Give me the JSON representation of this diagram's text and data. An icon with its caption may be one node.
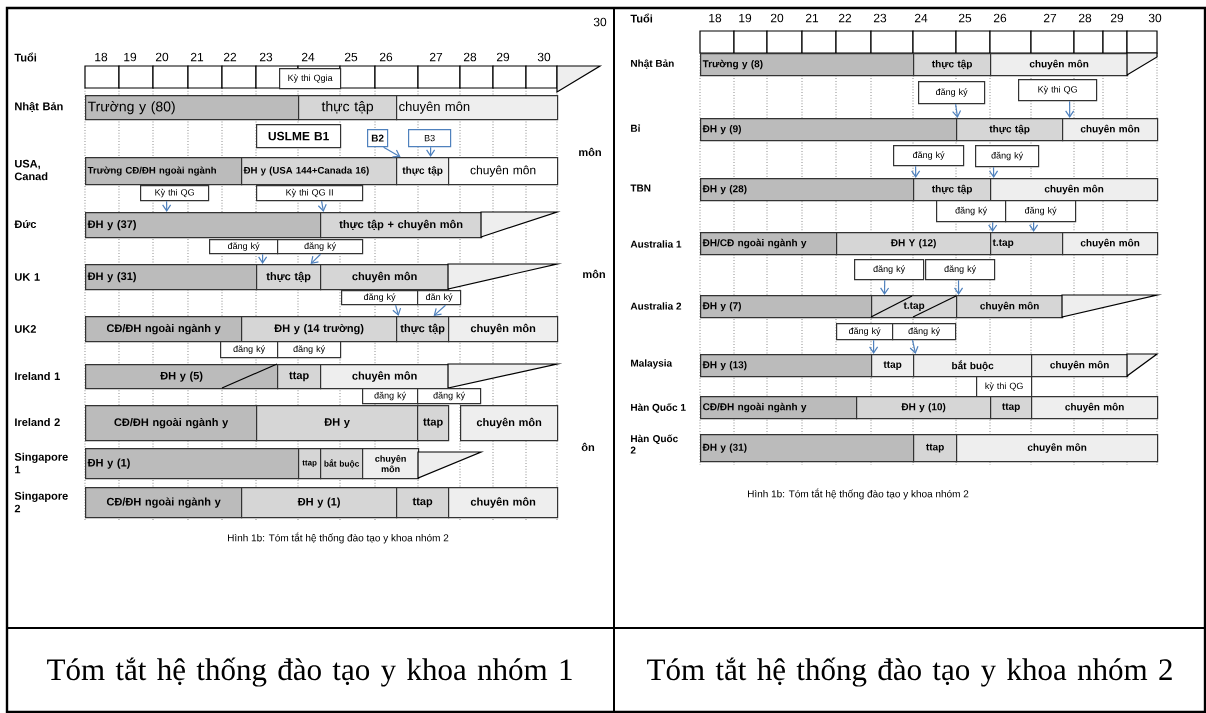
{
  "diagram": {
    "nodes": [
      {
        "text": [
          "Kỳ thi Qgia"
        ]
      },
      {
        "text": [
          "Trường y (80)"
        ]
      },
      {
        "text": [
          "thực tập"
        ]
      },
      {
        "text": [
          "chuyên môn"
        ]
      },
      {
        "text": [
          "USLME B1"
        ]
      },
      {
        "text": [
          "B2"
        ]
      },
      {
        "text": [
          "B3"
        ]
      },
      {
        "text": [
          "Trường CĐ/ĐH ngoài ngành"
        ]
      },
      {
        "text": [
          "ĐH y (USA 144+Canada 16)"
        ]
      },
      {
        "text": [
          "thực tập"
        ]
      },
      {
        "text": [
          "chuyên môn"
        ]
      },
      {
        "text": [
          "Kỳ thi QG"
        ]
      },
      {
        "text": [
          "Kỳ thi QG II"
        ]
      },
      {
        "text": [
          "ĐH y (37)"
        ]
      },
      {
        "text": [
          "thực tập + chuyên môn"
        ]
      },
      {
        "text": [
          "đăng ký"
        ]
      },
      {
        "text": [
          "đăng ký"
        ]
      },
      {
        "text": [
          "ĐH y (31)"
        ]
      },
      {
        "text": [
          "thực tập"
        ]
      },
      {
        "text": [
          "chuyên môn"
        ]
      },
      {
        "text": [
          "đăng ký"
        ]
      },
      {
        "text": [
          "đăn ký"
        ]
      },
      {
        "text": [
          "CĐ/ĐH ngoài ngành y"
        ]
      },
      {
        "text": [
          "ĐH y (14 trường)"
        ]
      },
      {
        "text": [
          "thực tập"
        ]
      },
      {
        "text": [
          "chuyên môn"
        ]
      },
      {
        "text": [
          "đăng ký"
        ]
      },
      {
        "text": [
          "đăng ký"
        ]
      },
      {
        "text": [
          "ĐH y (5)"
        ]
      },
      {
        "text": [
          "ttap"
        ]
      },
      {
        "text": [
          "chuyên môn"
        ]
      },
      {
        "text": [
          "đăng ký"
        ]
      },
      {
        "text": [
          "đăng ký"
        ]
      },
      {
        "text": [
          "CĐ/ĐH ngoài ngành y"
        ]
      },
      {
        "text": [
          "ĐH y"
        ]
      },
      {
        "text": [
          "ttap"
        ]
      },
      {
        "text": [
          "chuyên môn"
        ]
      },
      {
        "text": [
          "ĐH y (1)"
        ]
      },
      {
        "text": [
          "ttap"
        ]
      },
      {
        "text": [
          "bắt buộc"
        ]
      },
      {
        "text": [
          "chuyên môn"
        ]
      },
      {
        "text": [
          "CĐ/ĐH ngoài ngành y"
        ]
      },
      {
        "text": [
          "ĐH y (1)"
        ]
      },
      {
        "text": [
          "ttap"
        ]
      },
      {
        "text": [
          "chuyên môn"
        ]
      },
      {
        "text": [
          "Trường y (8)"
        ]
      },
      {
        "text": [
          "thực tập"
        ]
      },
      {
        "text": [
          "chuyên môn"
        ]
      },
      {
        "text": [
          "đăng ký"
        ]
      },
      {
        "text": [
          "Kỳ thi QG"
        ]
      },
      {
        "text": [
          "ĐH y (9)"
        ]
      },
      {
        "text": [
          "thực tập"
        ]
      },
      {
        "text": [
          "chuyên môn"
        ]
      },
      {
        "text": [
          "đăng ký"
        ]
      },
      {
        "text": [
          "đăng ký"
        ]
      },
      {
        "text": [
          "ĐH y (28)"
        ]
      },
      {
        "text": [
          "thực tập"
        ]
      },
      {
        "text": [
          "chuyên môn"
        ]
      },
      {
        "text": [
          "đăng ký"
        ]
      },
      {
        "text": [
          "đăng ký"
        ]
      },
      {
        "text": [
          "ĐH/CĐ ngoài ngành y"
        ]
      },
      {
        "text": [
          "ĐH Y (12)"
        ]
      },
      {
        "text": [
          "t.tap"
        ]
      },
      {
        "text": [
          "chuyên môn"
        ]
      },
      {
        "text": [
          "đăng ký"
        ]
      },
      {
        "text": [
          "đăng ký"
        ]
      },
      {
        "text": [
          "ĐH y (7)"
        ]
      },
      {
        "text": [
          "t.tap"
        ]
      },
      {
        "text": [
          "chuyên môn"
        ]
      },
      {
        "text": [
          "đăng ký"
        ]
      },
      {
        "text": [
          "đăng ký"
        ]
      },
      {
        "text": [
          "ĐH y (13)"
        ]
      },
      {
        "text": [
          "ttap"
        ]
      },
      {
        "text": [
          "bắt buộc"
        ]
      },
      {
        "text": [
          "chuyên môn"
        ]
      },
      {
        "text": [
          "kỳ thi QG"
        ]
      },
      {
        "text": [
          "CĐ/ĐH ngoài ngành y"
        ]
      },
      {
        "text": [
          "ĐH y (10)"
        ]
      },
      {
        "text": [
          "ttap"
        ]
      },
      {
        "text": [
          "chuyên môn"
        ]
      },
      {
        "text": [
          "ĐH y (31)"
        ]
      },
      {
        "text": [
          "ttap"
        ]
      },
      {
        "text": [
          "chuyên môn"
        ]
      }
    ],
    "edges": [
      {
        "from": 5,
        "to": 9,
        "arrow": "to"
      },
      {
        "from": 6,
        "to": 9,
        "arrow": "to"
      },
      {
        "from": 11,
        "to": 13,
        "arrow": "to"
      },
      {
        "from": 12,
        "to": 14,
        "arrow": "to"
      },
      {
        "from": 15,
        "to": 18,
        "arrow": "to"
      },
      {
        "from": 16,
        "to": 18,
        "arrow": "to"
      },
      {
        "from": 20,
        "to": 24,
        "arrow": "to"
      },
      {
        "from": 21,
        "to": 24,
        "arrow": "to"
      },
      {
        "from": 48,
        "to": 51,
        "arrow": "to"
      },
      {
        "from": 49,
        "to": 52,
        "arrow": "to"
      },
      {
        "from": 53,
        "to": 56,
        "arrow": "to"
      },
      {
        "from": 54,
        "to": 57,
        "arrow": "to"
      },
      {
        "from": 58,
        "to": 62,
        "arrow": "to"
      },
      {
        "from": 59,
        "to": 62,
        "arrow": "to"
      },
      {
        "from": 64,
        "to": 67,
        "arrow": "to"
      },
      {
        "from": 65,
        "to": 68,
        "arrow": "to"
      },
      {
        "from": 69,
        "to": 72,
        "arrow": "to"
      },
      {
        "from": 70,
        "to": 73,
        "arrow": "to"
      }
    ],
    "labels": [
      "30",
      "Tuổi",
      "18",
      "19",
      "20",
      "21",
      "22",
      "23",
      "24",
      "25",
      "26",
      "27",
      "28",
      "29",
      "30",
      "Nhật Bản",
      "USA, Canad",
      "Đức",
      "UK 1",
      "UK2",
      "Ireland 1",
      "Ireland 2",
      "Singapore 1",
      "Singapore 2",
      "môn",
      "môn",
      "ôn",
      "Hình 1b: Tóm tắt hệ thống đào tạo y khoa nhóm 2",
      "Tuổi",
      "18",
      "19",
      "20",
      "21",
      "22",
      "23",
      "24",
      "25",
      "26",
      "27",
      "28",
      "29",
      "30",
      "Nhật Bản",
      "Bỉ",
      "TBN",
      "Australia 1",
      "Australia 2",
      "Malaysia",
      "Hàn Quốc 1",
      "Hàn Quốc 2",
      "Hình 1b: Tóm tắt hệ thống đào tạo y khoa nhóm 2",
      "Tóm tắt hệ thống đào tạo y khoa nhóm 1",
      "Tóm tắt hệ thống đào tạo y khoa nhóm 2"
    ]
  }
}
